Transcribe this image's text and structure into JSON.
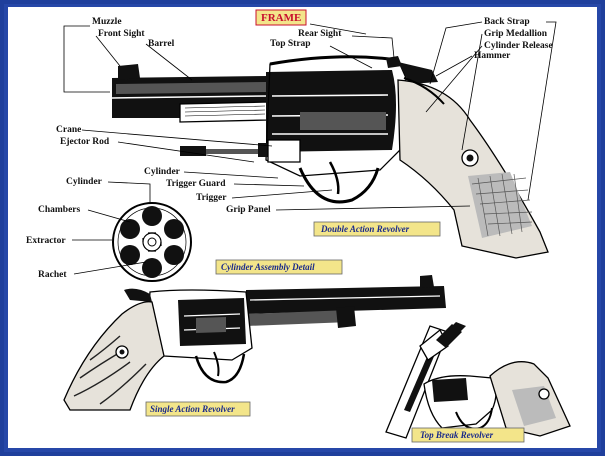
{
  "labels": {
    "frame": "FRAME",
    "muzzle": "Muzzle",
    "front_sight": "Front Sight",
    "barrel": "Barrel",
    "rear_sight": "Rear Sight",
    "top_strap": "Top Strap",
    "back_strap": "Back Strap",
    "grip_medallion": "Grip Medallion",
    "cylinder_release": "Cylinder Release",
    "hammer": "Hammer",
    "crane": "Crane",
    "ejector_rod": "Ejector Rod",
    "cylinder_right": "Cylinder",
    "trigger_guard": "Trigger Guard",
    "trigger": "Trigger",
    "grip_panel": "Grip Panel",
    "cylinder_left": "Cylinder",
    "chambers": "Chambers",
    "extractor": "Extractor",
    "rachet": "Rachet"
  },
  "captions": {
    "double_action": "Double Action Revolver",
    "cylinder_assembly": "Cylinder Assembly Detail",
    "single_action": "Single Action Revolver",
    "top_break": "Top Break Revolver"
  },
  "colors": {
    "border": "#1f3f9c",
    "caption_text": "#1a2a8a",
    "caption_box": "#f3e58a",
    "frame_label": "#c8102e"
  }
}
